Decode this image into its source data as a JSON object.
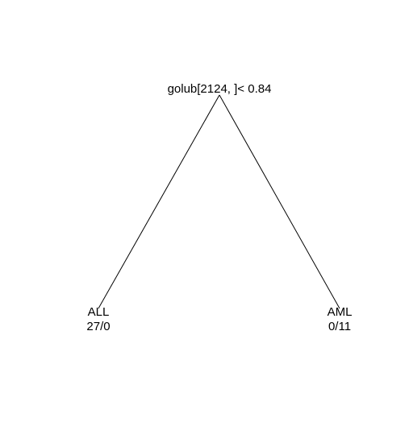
{
  "tree": {
    "root": {
      "split": "golub[2124, ]< 0.84"
    },
    "left_leaf": {
      "class": "ALL",
      "counts": "27/0"
    },
    "right_leaf": {
      "class": "AML",
      "counts": "0/11"
    },
    "line_color": "#000000"
  }
}
